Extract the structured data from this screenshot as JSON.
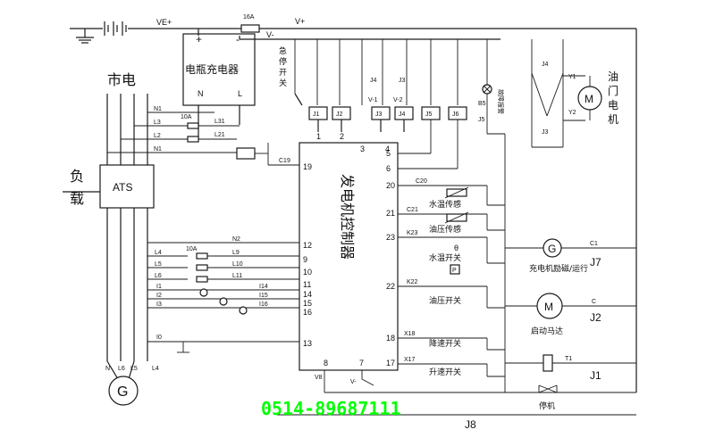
{
  "colors": {
    "line": "#1a1a1a",
    "phone": "#00ff00"
  },
  "labels": {
    "ve_plus": "VE+",
    "fuse_16a": "16A",
    "v_plus": "V+",
    "v_minus": "V-",
    "charger": "电瓶充电器",
    "charger_plus": "+",
    "charger_minus": "-",
    "charger_n": "N",
    "charger_l": "L",
    "mains": "市电",
    "load_1": "负",
    "load_2": "载",
    "ats": "ATS",
    "estop": "急停开关",
    "controller": "发电机控制器",
    "generator": "G",
    "motor": "M",
    "oil_door_motor": "油门电机",
    "lamp_text": "故障报警",
    "phone": "0514-89687111"
  },
  "relays": [
    "J1",
    "J2",
    "J3",
    "J4",
    "J5",
    "J6"
  ],
  "relay_labels": {
    "j3_top": "J3",
    "j4_top": "J4",
    "v1": "V-1",
    "v2": "V-2",
    "b5": "B5",
    "j5_side": "J5",
    "j4_motor": "J4",
    "j3_motor": "J3",
    "y1": "Y1",
    "y2": "Y2"
  },
  "top_pins": [
    "1",
    "2",
    "3",
    "4"
  ],
  "right_pins": [
    "5",
    "6",
    "20",
    "21",
    "23",
    "22",
    "18",
    "17"
  ],
  "left_pins": [
    "19",
    "12",
    "9",
    "10",
    "11",
    "14",
    "15",
    "16",
    "13"
  ],
  "bottom_pins": [
    "8",
    "7"
  ],
  "bottom_labels": {
    "v8": "V8",
    "v_minus": "V-",
    "j8": "J8"
  },
  "wire_labels": {
    "n1": "N1",
    "l3": "L3",
    "l2": "L2",
    "n1b": "N1",
    "fuse_10a": "10A",
    "l31": "L31",
    "l21": "L21",
    "c19": "C19",
    "n2": "N2",
    "l4": "L4",
    "l5": "L5",
    "l6": "L6",
    "fuse_10a_b": "10A",
    "l9": "L9",
    "l10": "L10",
    "l11": "L11",
    "i1": "I1",
    "i2": "I2",
    "i3": "I3",
    "i14": "I14",
    "i15": "I15",
    "i16": "I16",
    "i0": "I0",
    "gen_n": "N",
    "gen_l6": "L6",
    "gen_l5": "L5",
    "gen_l4": "L4"
  },
  "sensors": {
    "c20": "C20",
    "water_temp_sensor": "水温传感",
    "c21": "C21",
    "oil_pressure_sensor": "油压传感",
    "k23": "K23",
    "theta": "θ",
    "water_temp_switch": "水温开关",
    "k22": "K22",
    "p": "P",
    "oil_pressure_switch": "油压开关",
    "x18": "X18",
    "speed_down_switch": "降速开关",
    "x17": "X17",
    "speed_up_switch": "升速开关"
  },
  "right_devices": {
    "charger_gen_letter": "G",
    "c1": "C1",
    "j7": "J7",
    "charger_gen_label": "充电机励磁/运行",
    "start_motor_letter": "M",
    "c_label": "C",
    "j2": "J2",
    "start_motor_label": "启动马达",
    "t1": "T1",
    "j1": "J1",
    "stop_label": "停机"
  }
}
